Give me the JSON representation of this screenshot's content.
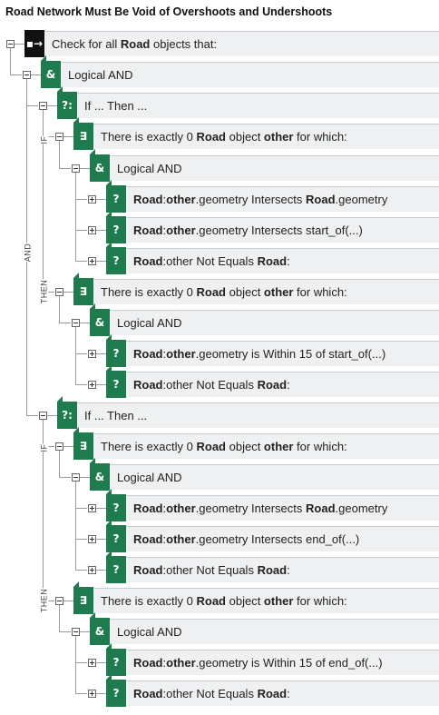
{
  "title": "Road Network Must Be Void of Overshoots and Undershoots",
  "labels": {
    "and": "AND",
    "if": "IF",
    "then": "THEN"
  },
  "badges": {
    "root": "▪→",
    "and": "&",
    "ifthen": "?:",
    "exists": "∃",
    "cond": "?"
  },
  "rows": [
    {
      "id": "r0",
      "text": [
        [
          "Check for all ",
          false
        ],
        [
          "Road",
          true
        ],
        [
          " objects that:",
          false
        ]
      ]
    },
    {
      "id": "r1",
      "text": [
        [
          "Logical AND",
          false
        ]
      ]
    },
    {
      "id": "r2",
      "text": [
        [
          "If ... Then ...",
          false
        ]
      ]
    },
    {
      "id": "r3",
      "text": [
        [
          "There is exactly 0 ",
          false
        ],
        [
          "Road",
          true
        ],
        [
          " object ",
          false
        ],
        [
          "other",
          true
        ],
        [
          " for which:",
          false
        ]
      ]
    },
    {
      "id": "r4",
      "text": [
        [
          "Logical AND",
          false
        ]
      ]
    },
    {
      "id": "r5",
      "text": [
        [
          "Road",
          true
        ],
        [
          ":",
          false
        ],
        [
          "other",
          true
        ],
        [
          ".geometry Intersects ",
          false
        ],
        [
          "Road",
          true
        ],
        [
          ".geometry",
          false
        ]
      ]
    },
    {
      "id": "r6",
      "text": [
        [
          "Road",
          true
        ],
        [
          ":",
          false
        ],
        [
          "other",
          true
        ],
        [
          ".geometry Intersects start_of(...)",
          false
        ]
      ]
    },
    {
      "id": "r7",
      "text": [
        [
          "Road",
          true
        ],
        [
          ":other Not Equals ",
          false
        ],
        [
          "Road",
          true
        ],
        [
          ":",
          false
        ]
      ]
    },
    {
      "id": "r8",
      "text": [
        [
          "There is exactly 0 ",
          false
        ],
        [
          "Road",
          true
        ],
        [
          " object ",
          false
        ],
        [
          "other",
          true
        ],
        [
          " for which:",
          false
        ]
      ]
    },
    {
      "id": "r9",
      "text": [
        [
          "Logical AND",
          false
        ]
      ]
    },
    {
      "id": "r10",
      "text": [
        [
          "Road",
          true
        ],
        [
          ":",
          false
        ],
        [
          "other",
          true
        ],
        [
          ".geometry is Within 15 of start_of(...)",
          false
        ]
      ]
    },
    {
      "id": "r11",
      "text": [
        [
          "Road",
          true
        ],
        [
          ":other Not Equals ",
          false
        ],
        [
          "Road",
          true
        ],
        [
          ":",
          false
        ]
      ]
    },
    {
      "id": "r12",
      "text": [
        [
          "If ... Then ...",
          false
        ]
      ]
    },
    {
      "id": "r13",
      "text": [
        [
          "There is exactly 0 ",
          false
        ],
        [
          "Road",
          true
        ],
        [
          " object ",
          false
        ],
        [
          "other",
          true
        ],
        [
          " for which:",
          false
        ]
      ]
    },
    {
      "id": "r14",
      "text": [
        [
          "Logical AND",
          false
        ]
      ]
    },
    {
      "id": "r15",
      "text": [
        [
          "Road",
          true
        ],
        [
          ":",
          false
        ],
        [
          "other",
          true
        ],
        [
          ".geometry Intersects ",
          false
        ],
        [
          "Road",
          true
        ],
        [
          ".geometry",
          false
        ]
      ]
    },
    {
      "id": "r16",
      "text": [
        [
          "Road",
          true
        ],
        [
          ":",
          false
        ],
        [
          "other",
          true
        ],
        [
          ".geometry Intersects end_of(...)",
          false
        ]
      ]
    },
    {
      "id": "r17",
      "text": [
        [
          "Road",
          true
        ],
        [
          ":other Not Equals ",
          false
        ],
        [
          "Road",
          true
        ],
        [
          ":",
          false
        ]
      ]
    },
    {
      "id": "r18",
      "text": [
        [
          "There is exactly 0 ",
          false
        ],
        [
          "Road",
          true
        ],
        [
          " object ",
          false
        ],
        [
          "other",
          true
        ],
        [
          " for which:",
          false
        ]
      ]
    },
    {
      "id": "r19",
      "text": [
        [
          "Logical AND",
          false
        ]
      ]
    },
    {
      "id": "r20",
      "text": [
        [
          "Road",
          true
        ],
        [
          ":",
          false
        ],
        [
          "other",
          true
        ],
        [
          ".geometry is Within 15 of end_of(...)",
          false
        ]
      ]
    },
    {
      "id": "r21",
      "text": [
        [
          "Road",
          true
        ],
        [
          ":other Not Equals ",
          false
        ],
        [
          "Road",
          true
        ],
        [
          ":",
          false
        ]
      ]
    }
  ],
  "colors": {
    "badge_green": "#1d7b4d",
    "badge_black": "#111111",
    "bar_bg": "#eef0f2"
  }
}
